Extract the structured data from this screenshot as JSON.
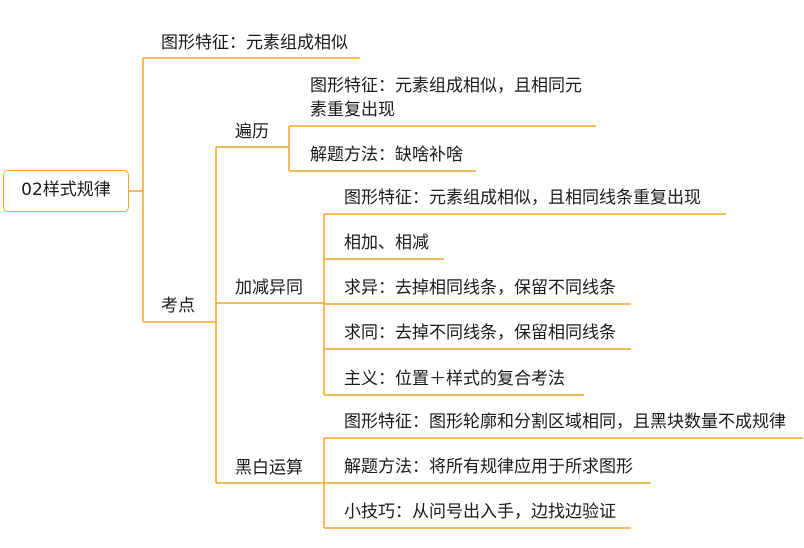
{
  "root": "02样式规律",
  "top_leaf": "图形特征：元素组成相似",
  "kaodian": "考点",
  "bianli": {
    "label": "遍历",
    "items": [
      "图形特征：元素组成相似，且相同元",
      "素重复出现",
      "解题方法：缺啥补啥"
    ]
  },
  "jiajian": {
    "label": "加减异同",
    "items": [
      "图形特征：元素组成相似，且相同线条重复出现",
      "相加、相减",
      "求异：去掉相同线条，保留不同线条",
      "求同：去掉不同线条，保留相同线条",
      "主义：位置＋样式的复合考法"
    ]
  },
  "heibai": {
    "label": "黑白运算",
    "items": [
      "图形特征：图形轮廓和分割区域相同，且黑块数量不成规律",
      "解题方法：将所有规律应用于所求图形",
      "小技巧：从问号出入手，边找边验证"
    ]
  },
  "colors": {
    "line": "#f5a623",
    "text": "#1a1a1a"
  }
}
